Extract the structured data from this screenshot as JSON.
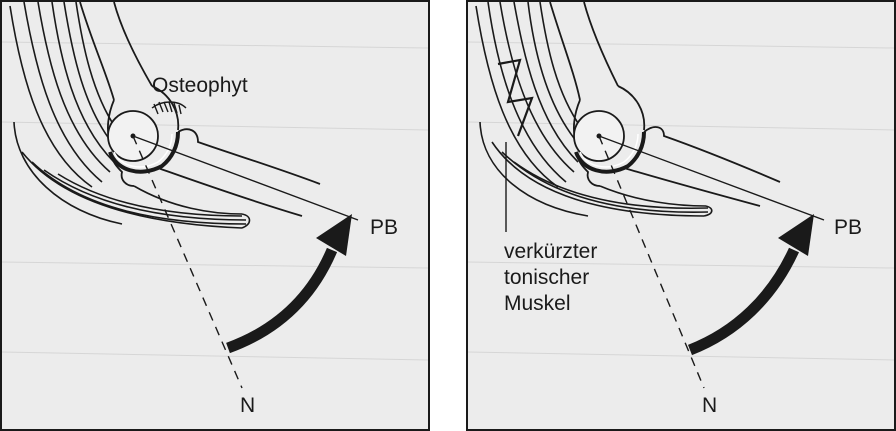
{
  "panels": [
    {
      "annotation": "Osteophyt",
      "label_pb": "PB",
      "label_n": "N"
    },
    {
      "annotation_lines": [
        "verkürzter",
        "tonischer",
        "Muskel"
      ],
      "label_pb": "PB",
      "label_n": "N"
    }
  ]
}
